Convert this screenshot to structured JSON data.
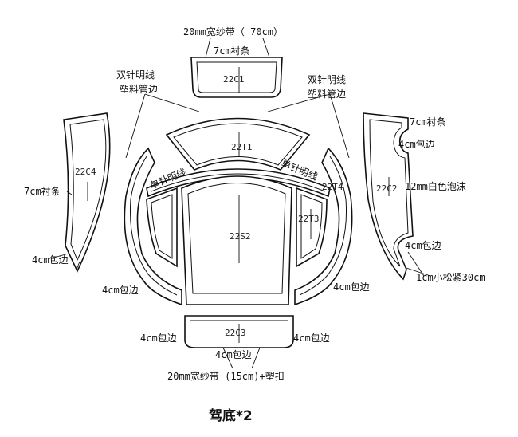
{
  "labels": {
    "top_ribbon": "20mm宽纱带（ 70cm）",
    "top_lining": "7cm衬条",
    "double_stitch_left": "双针明线",
    "plastic_piping_left": "塑料管边",
    "double_stitch_right": "双针明线",
    "plastic_piping_right": "塑料管边",
    "right_lining": "7cm衬条",
    "right_wrap_upper": "4cm包边",
    "right_foam": "12mm白色泡沫",
    "right_wrap_lower": "4cm包边",
    "right_elastic": "1cm小松紧30cm",
    "left_lining": "7cm衬条",
    "left_wrap": "4cm包边",
    "left_inner_wrap": "4cm包边",
    "right_inner_wrap": "4cm包边",
    "bottom_wrap_left": "4cm包边",
    "bottom_wrap_right": "4cm包边",
    "bottom_wrap_center": "4cm包边",
    "bottom_ribbon": "20mm宽纱带 (15cm)+塑扣",
    "single_stitch_left": "单针明线",
    "single_stitch_right": "单针明线",
    "title": "驾底*2"
  },
  "pieces": {
    "c1": "22C1",
    "t1": "22T1",
    "c4": "22C4",
    "t4": "22T4",
    "c2": "22C2",
    "t3": "22T3",
    "s2": "22S2",
    "c3": "22C3"
  }
}
